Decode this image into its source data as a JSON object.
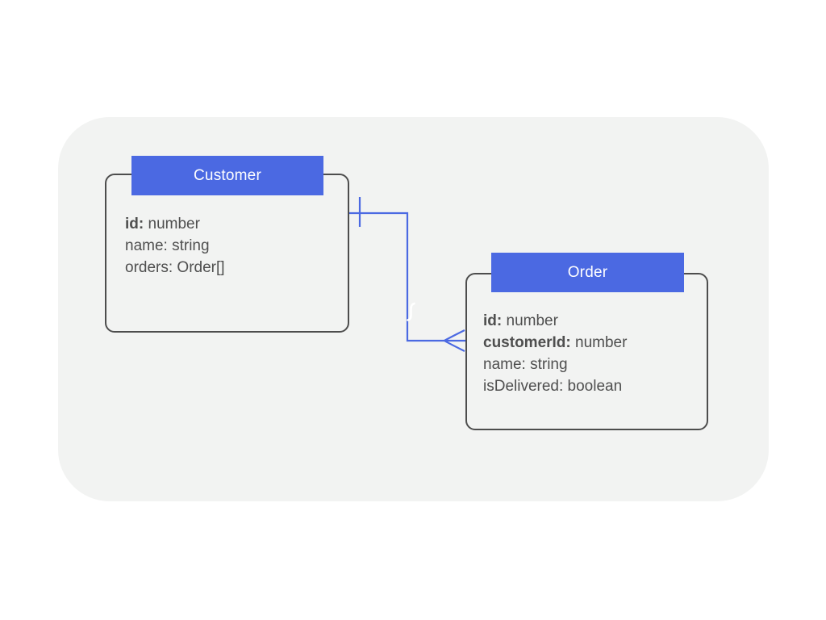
{
  "page": {
    "background_color": "#ffffff",
    "panel_color": "#f2f3f2"
  },
  "colors": {
    "accent_blue": "#4b69e2",
    "entity_border_gray": "#4d4d4d",
    "attribute_text_gray": "#4f4f4f",
    "header_text": "#ffffff"
  },
  "diagram": {
    "type": "entity-relationship",
    "entities": [
      {
        "name": "Customer",
        "attributes": [
          {
            "key": "id:",
            "rest": " number"
          },
          {
            "key": "name:",
            "rest": " string"
          },
          {
            "key": "orders:",
            "rest": " Order[]"
          }
        ]
      },
      {
        "name": "Order",
        "attributes": [
          {
            "key": "id:",
            "rest": " number"
          },
          {
            "key": "customerId:",
            "rest": " number"
          },
          {
            "key": "name:",
            "rest": " string"
          },
          {
            "key": "isDelivered:",
            "rest": " boolean"
          }
        ]
      }
    ],
    "relationship": {
      "from": "Customer",
      "to": "Order",
      "from_marker": "one",
      "to_marker": "many",
      "label": "∫"
    }
  }
}
